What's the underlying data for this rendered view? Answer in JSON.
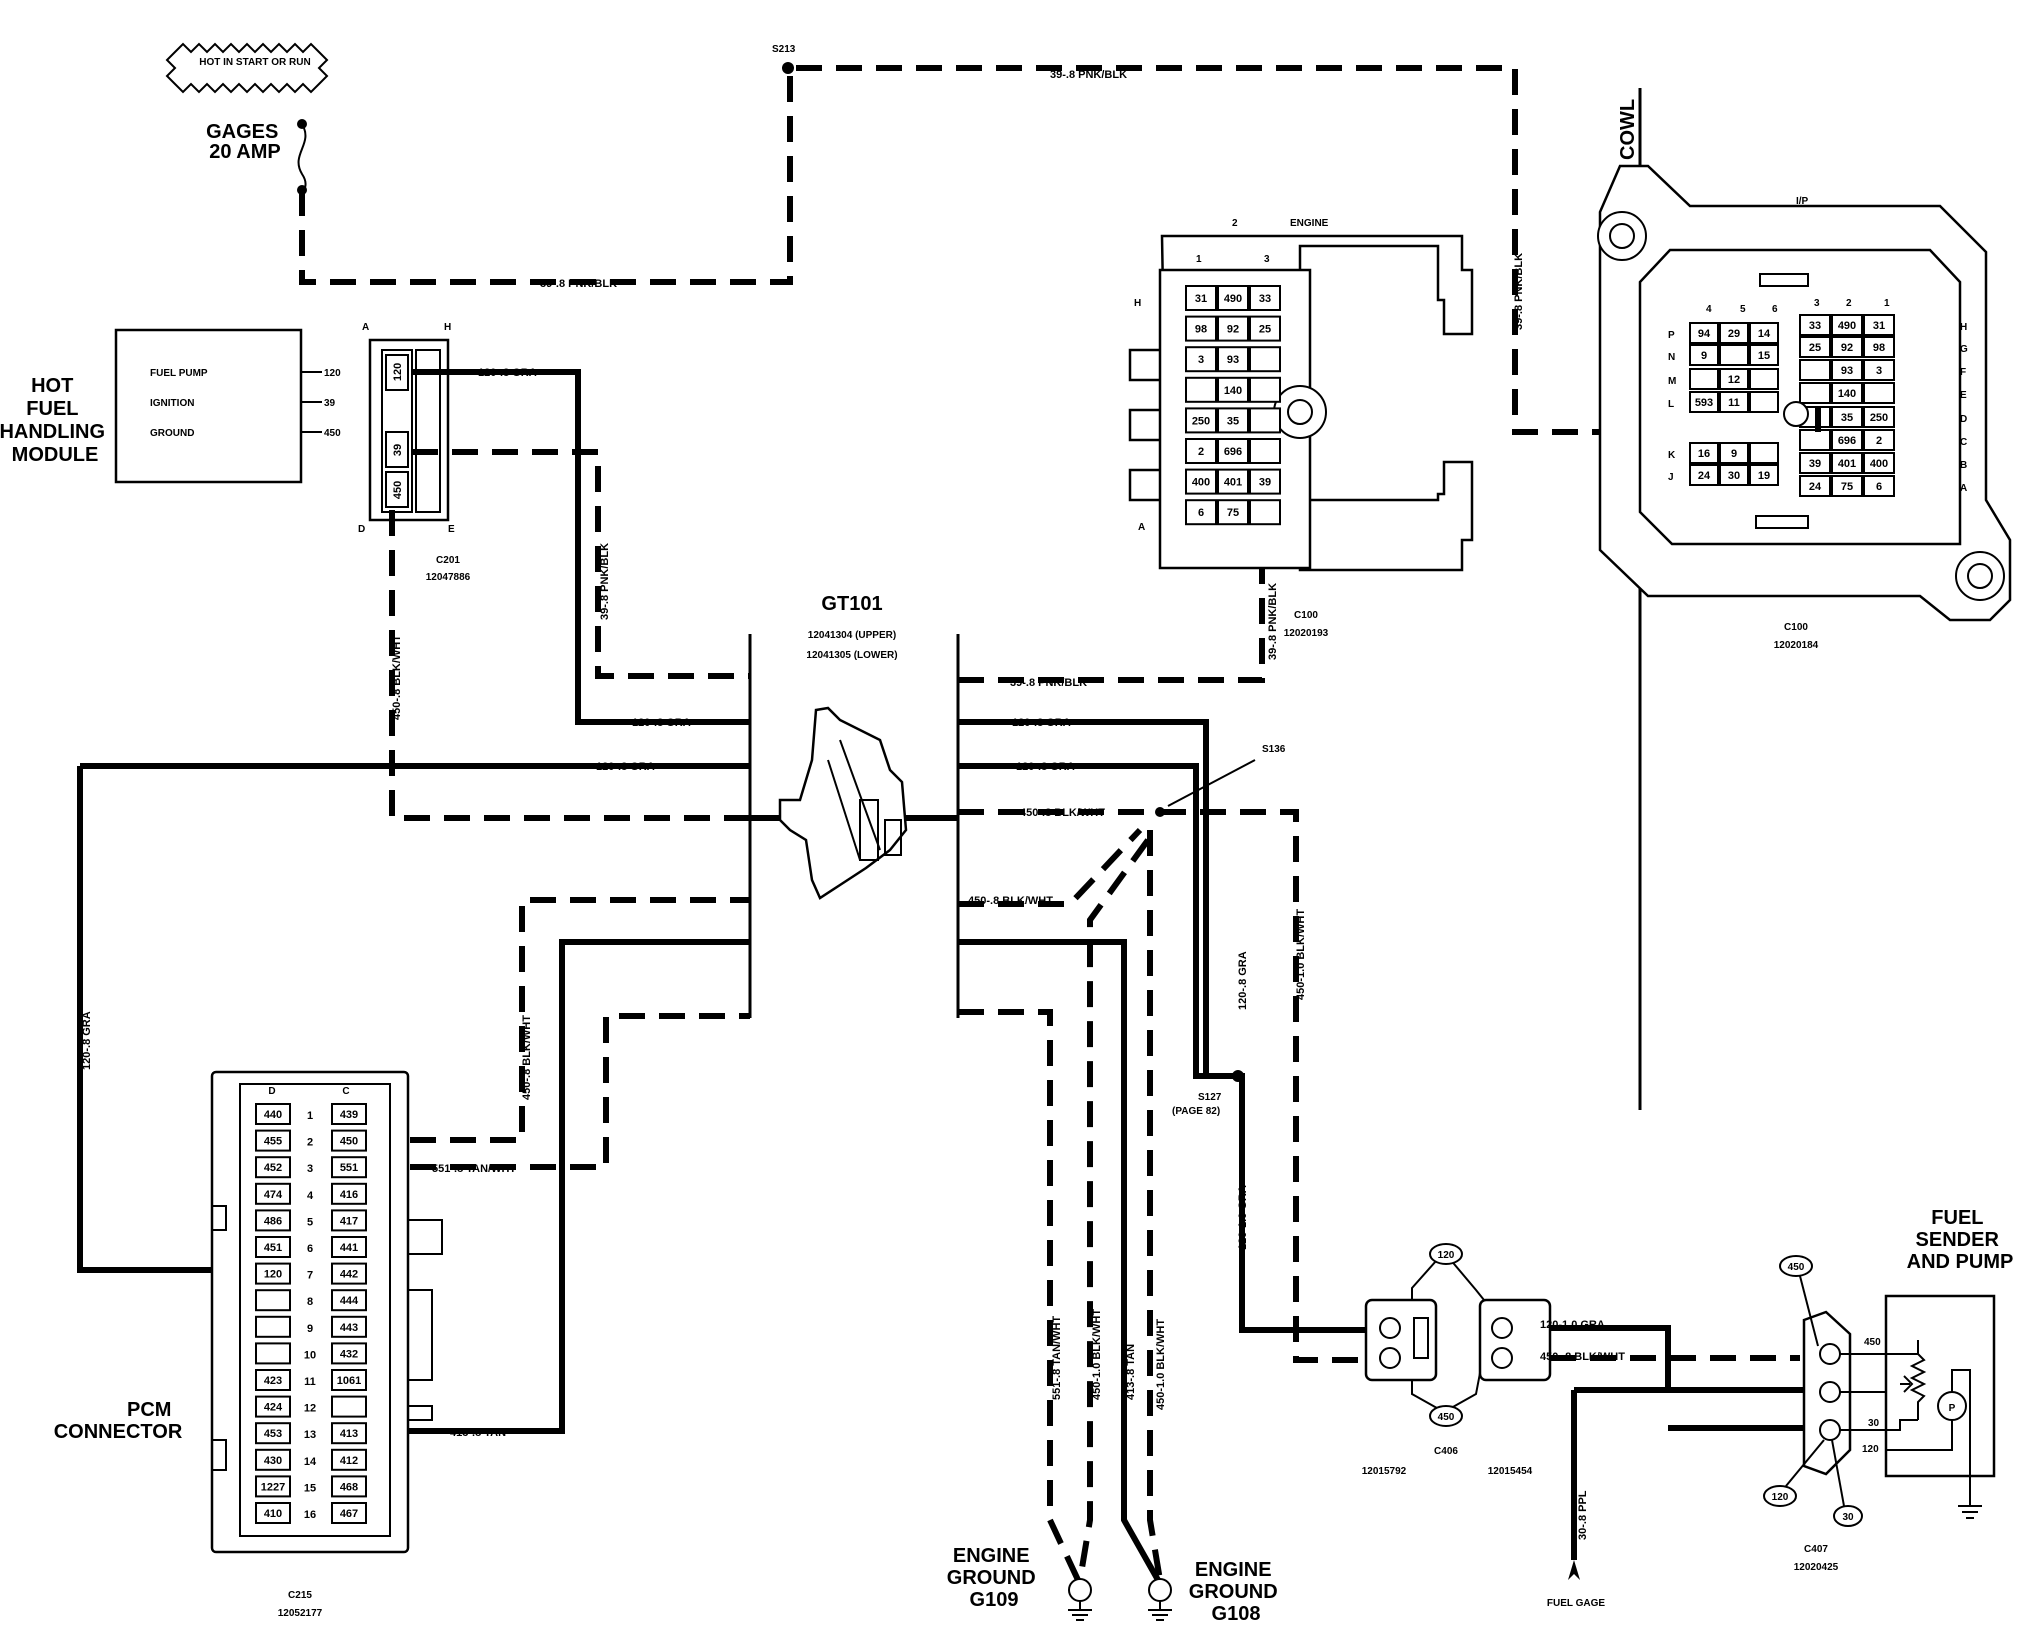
{
  "labels": {
    "hot_in_start": "HOT IN START OR RUN",
    "gages_fuse": "GAGES\n20 AMP",
    "splice_s213": "S213",
    "splice_s136": "S136",
    "splice_s127": "S127\n(PAGE 82)",
    "module_name": "HOT\nFUEL\nHANDLING\nMODULE",
    "module_pins": [
      "FUEL PUMP",
      "IGNITION",
      "GROUND"
    ],
    "module_pin_nums": [
      "120",
      "39",
      "450"
    ],
    "c201": "C201",
    "c201_part": "12047886",
    "c201_pins": [
      "120",
      "39",
      "450"
    ],
    "c201_corners": [
      "A",
      "H",
      "D",
      "E"
    ],
    "gt101": "GT101",
    "gt101_parts": [
      "12041304 (UPPER)",
      "12041305 (LOWER)"
    ],
    "c100_left": "C100",
    "c100_left_part": "12020193",
    "c100_left_header": [
      "2",
      "ENGINE",
      "1",
      "3"
    ],
    "c100_left_rows": [
      [
        "H",
        "A"
      ]
    ],
    "c100_left_cells": [
      [
        "31",
        "490",
        "33"
      ],
      [
        "98",
        "92",
        "25"
      ],
      [
        "3",
        "93",
        ""
      ],
      [
        "",
        "140",
        ""
      ],
      [
        "250",
        "35",
        ""
      ],
      [
        "2",
        "696",
        ""
      ],
      [
        "400",
        "401",
        "39"
      ],
      [
        "6",
        "75",
        ""
      ]
    ],
    "c100_right": "C100",
    "c100_right_part": "12020184",
    "cowl": "COWL",
    "ip": "I/P",
    "c100_right_header_left": [
      "4",
      "5",
      "6"
    ],
    "c100_right_header_right": [
      "3",
      "2",
      "1"
    ],
    "c100_right_rows_left": [
      "P",
      "N",
      "M",
      "L",
      "K",
      "J"
    ],
    "c100_right_rows_right": [
      "H",
      "G",
      "F",
      "E",
      "D",
      "C",
      "B",
      "A"
    ],
    "c100_right_cells_left": [
      [
        "94",
        "29",
        "14"
      ],
      [
        "9",
        "",
        "15"
      ],
      [
        "",
        "12",
        ""
      ],
      [
        "593",
        "11",
        ""
      ],
      [
        "16",
        "9",
        ""
      ],
      [
        "24",
        "30",
        "19"
      ]
    ],
    "c100_right_cells_right": [
      [
        "33",
        "490",
        "31"
      ],
      [
        "25",
        "92",
        "98"
      ],
      [
        "",
        "93",
        "3"
      ],
      [
        "",
        "140",
        ""
      ],
      [
        "",
        "35",
        "250"
      ],
      [
        "",
        "696",
        "2"
      ],
      [
        "39",
        "401",
        "400"
      ],
      [
        "24",
        "75",
        "6"
      ]
    ],
    "pcm_name": "PCM\nCONNECTOR",
    "c215": "C215",
    "c215_part": "12052177",
    "pcm_col_heads": [
      "D",
      "C"
    ],
    "pcm_rows": [
      [
        "440",
        "1",
        "439"
      ],
      [
        "455",
        "2",
        "450"
      ],
      [
        "452",
        "3",
        "551"
      ],
      [
        "474",
        "4",
        "416"
      ],
      [
        "486",
        "5",
        "417"
      ],
      [
        "451",
        "6",
        "441"
      ],
      [
        "120",
        "7",
        "442"
      ],
      [
        "",
        "8",
        "444"
      ],
      [
        "",
        "9",
        "443"
      ],
      [
        "",
        "10",
        "432"
      ],
      [
        "423",
        "11",
        "1061"
      ],
      [
        "424",
        "12",
        ""
      ],
      [
        "453",
        "13",
        "413"
      ],
      [
        "430",
        "14",
        "412"
      ],
      [
        "1227",
        "15",
        "468"
      ],
      [
        "410",
        "16",
        "467"
      ]
    ],
    "c406": "C406",
    "c406_parts": [
      "12015792",
      "12015454"
    ],
    "c406_bubbles": [
      "120",
      "450"
    ],
    "c407": "C407",
    "c407_part": "12020425",
    "c407_bubbles": [
      "450",
      "120",
      "30"
    ],
    "sender_name": "FUEL\nSENDER\nAND PUMP",
    "sender_pins": [
      "450",
      "30",
      "120"
    ],
    "sender_p": "P",
    "fuel_gage": "FUEL GAGE",
    "ground_g109": "ENGINE\nGROUND\nG109",
    "ground_g108": "ENGINE\nGROUND\nG108"
  },
  "wires": {
    "w39_top": "39-.8 PNK/BLK",
    "w39_fuse": "39-.8 PNK/BLK",
    "w39_vert_right": "39-.8 PNK/BLK",
    "w120_c201": "120-.8 GRA",
    "w39_c201_v": "39-.8 PNK/BLK",
    "w450_c201_v": "450-.8 BLK/WHT",
    "w120_gt_left1": "120-.8 GRA",
    "w120_gt_left2": "120-.8 GRA",
    "w120_pcm_v": "120-.8 GRA",
    "w450_pcm_v": "450-.8 BLK/WHT",
    "w551_pcm": "551-.8 TAN/WHT",
    "w413_pcm": "413-.8 TAN",
    "w39_gt_right": "39-.8 PNK/BLK",
    "w39_c100_v": "39-.8 PNK/BLK",
    "w120_gt_right1": "120-.8 GRA",
    "w120_gt_right2": "120-.8 GRA",
    "w450_gt_right1": "450-.8 BLK/WHT",
    "w450_gt_right2": "450-.8 BLK/WHT",
    "w120_s127_v": "120-.8 GRA",
    "w450_10_v": "450-1.0 BLK/WHT",
    "w120_10_v": "120-1.0 GRA",
    "w551_gnd": "551-.8 TAN/WHT",
    "w450_gnd1": "450-1.0 BLK/WHT",
    "w413_gnd": "413-.8 TAN",
    "w450_gnd2": "450-1.0 BLK/WHT",
    "w120_c406": "120-1.0 GRA",
    "w450_c406": "450-.8 BLK/WHT",
    "w30_ppl": "30-.8 PPL"
  }
}
